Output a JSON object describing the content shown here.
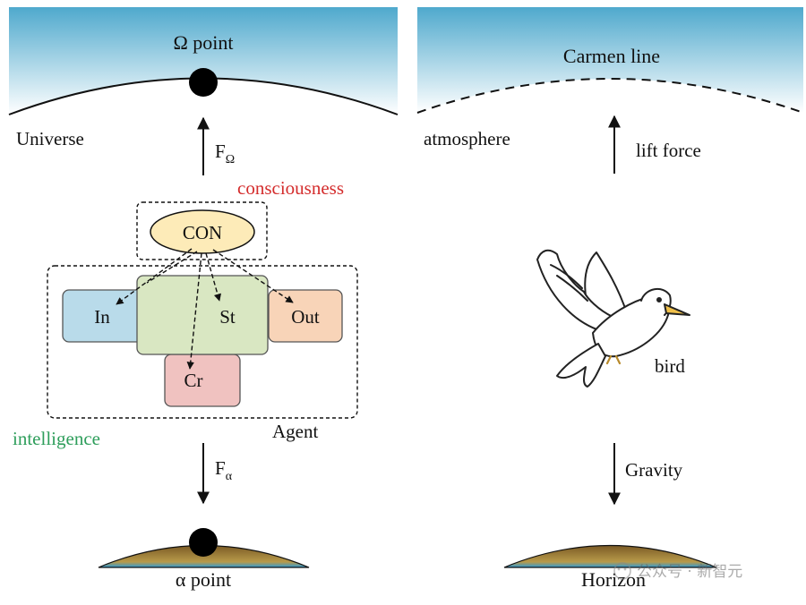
{
  "left_panel": {
    "omega_point": "Ω point",
    "universe": "Universe",
    "force_omega_base": "F",
    "force_omega_sub": "Ω",
    "consciousness": "consciousness",
    "con": "CON",
    "in": "In",
    "st": "St",
    "out": "Out",
    "cr": "Cr",
    "agent": "Agent",
    "intelligence": "intelligence",
    "force_alpha_base": "F",
    "force_alpha_sub": "α",
    "alpha_point": "α point"
  },
  "right_panel": {
    "carmen_line": "Carmen line",
    "atmosphere": "atmosphere",
    "lift_force": "lift force",
    "bird": "bird",
    "gravity": "Gravity",
    "horizon": "Horizon"
  },
  "watermark": "公众号 · 新智元",
  "colors": {
    "sky_top": "#4fa9cd",
    "sky_bottom": "#ffffff",
    "consciousness_red": "#d42d2d",
    "intelligence_green": "#2e9e5b",
    "con_fill": "#fdebb8",
    "in_fill": "#b9dbea",
    "st_fill": "#d9e7c2",
    "out_fill": "#f8d4b8",
    "cr_fill": "#f0c2c0",
    "ground_brown": "#8c6a2f",
    "ground_blue": "#2f9bd6"
  }
}
